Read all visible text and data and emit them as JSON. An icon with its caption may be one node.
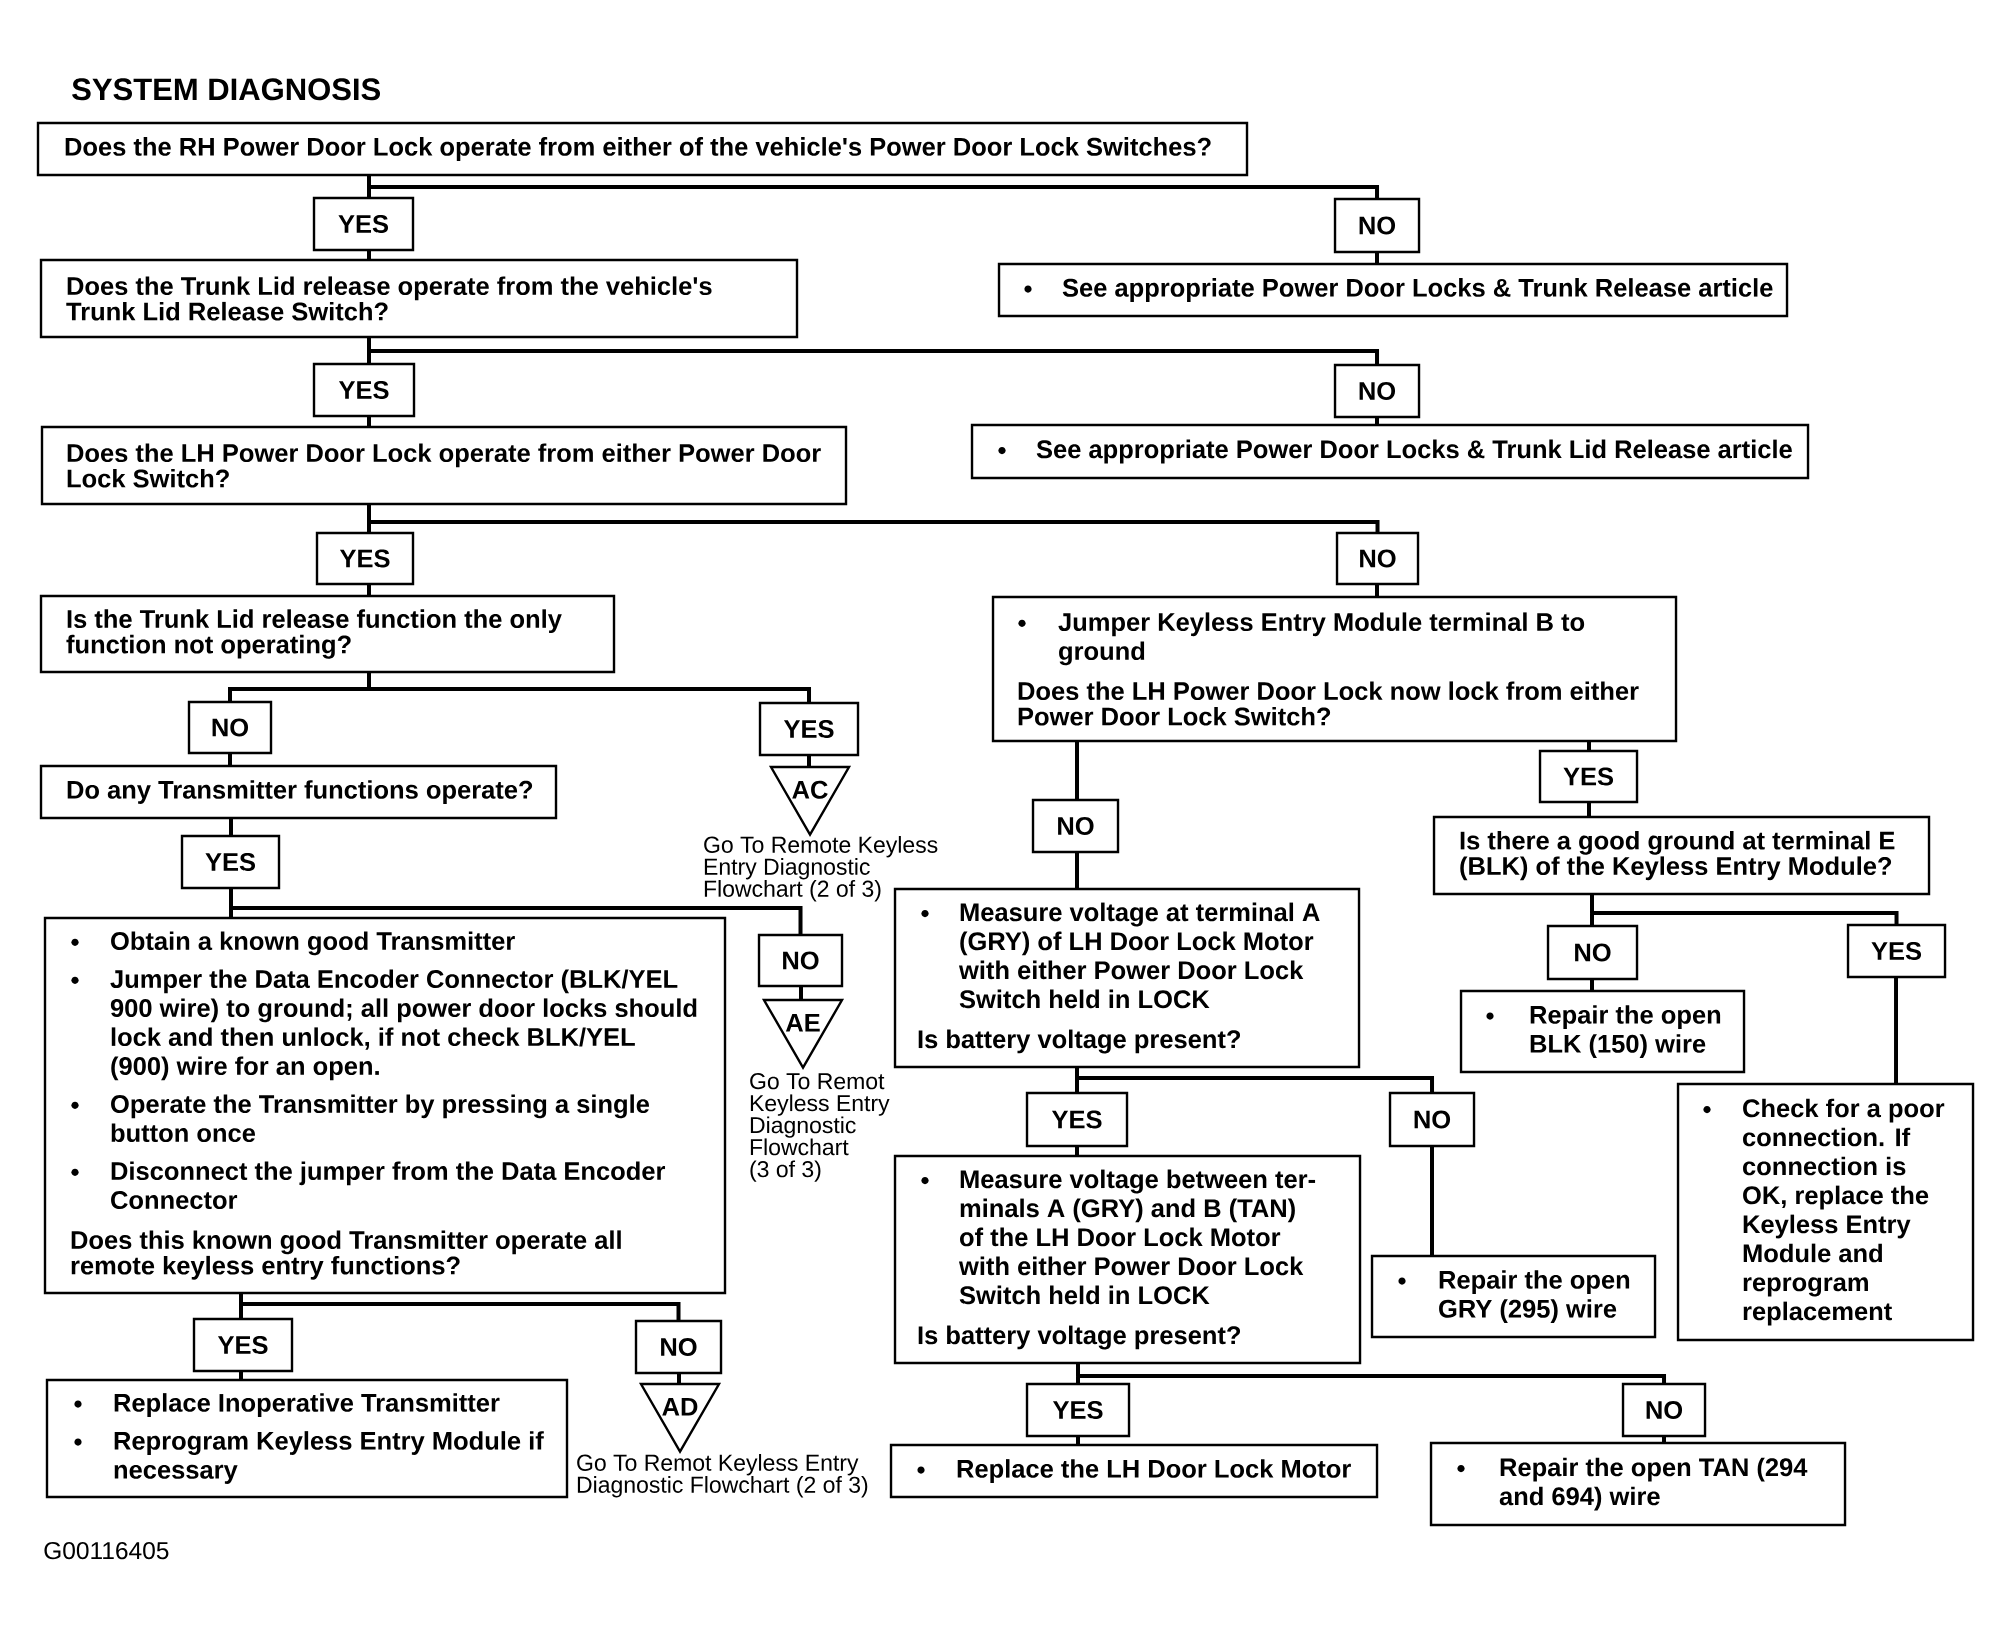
{
  "diagram": {
    "title": "SYSTEM DIAGNOSIS",
    "nodes": [
      {
        "text": [
          "Does the RH Power Door Lock operate from either of the vehicle's Power Door Lock Switches?"
        ]
      },
      {
        "text": [
          "YES"
        ]
      },
      {
        "text": [
          "NO"
        ]
      },
      {
        "text": [
          "Does the Trunk Lid release operate from the vehicle's Trunk Lid Release Switch?"
        ]
      },
      {
        "text": [
          "See appropriate Power Door Locks & Trunk Release article"
        ]
      },
      {
        "text": [
          "YES"
        ]
      },
      {
        "text": [
          "NO"
        ]
      },
      {
        "text": [
          "Does the LH Power Door Lock operate from either Power Door Lock Switch?"
        ]
      },
      {
        "text": [
          "See appropriate Power Door Locks & Trunk Lid Release article"
        ]
      },
      {
        "text": [
          "YES"
        ]
      },
      {
        "text": [
          "NO"
        ]
      },
      {
        "text": [
          "Is the Trunk Lid release function the only function not operating?"
        ]
      },
      {
        "text": [
          "Jumper Keyless Entry Module terminal B to ground",
          "Does the LH Power Door Lock now lock from either Power Door Lock Switch?"
        ]
      },
      {
        "text": [
          "NO"
        ]
      },
      {
        "text": [
          "YES"
        ]
      },
      {
        "text": [
          "Do any Transmitter functions operate?"
        ]
      },
      {
        "text": [
          "AC"
        ],
        "beside": [
          "Go To Remote Keyless Entry Diagnostic Flowchart (2 of 3)"
        ]
      },
      {
        "text": [
          "YES"
        ]
      },
      {
        "text": [
          "NO"
        ]
      },
      {
        "text": [
          "Is there a good ground at terminal E (BLK) of the Keyless Entry Module?"
        ]
      },
      {
        "text": [
          "YES"
        ]
      },
      {
        "text": [
          "Measure voltage at terminal A (GRY) of LH Door Lock Motor with either Power Door Lock Switch held in LOCK",
          "Is battery voltage present?"
        ]
      },
      {
        "text": [
          "Obtain a known good Transmitter",
          "Jumper the Data Encoder Connector (BLK/YEL 900 wire) to ground; all power door locks should lock and then unlock, if not check BLK/YEL (900) wire for an open.",
          "Operate the Transmitter by pressing a single button once",
          "Disconnect the jumper from the Data Encoder Connector",
          "Does this known good Transmitter operate all remote keyless entry functions?"
        ]
      },
      {
        "text": [
          "NO"
        ]
      },
      {
        "text": [
          "NO"
        ]
      },
      {
        "text": [
          "YES"
        ]
      },
      {
        "text": [
          "Repair the open BLK (150) wire"
        ]
      },
      {
        "text": [
          "AE"
        ],
        "beside": [
          "Go To Remot Keyless Entry Diagnostic Flowchart (3 of 3)"
        ]
      },
      {
        "text": [
          "YES"
        ]
      },
      {
        "text": [
          "NO"
        ]
      },
      {
        "text": [
          "Check for a poor connection. If connection is OK, replace the Keyless Entry Module and reprogram replacement"
        ]
      },
      {
        "text": [
          "Measure voltage between ter-minals A (GRY) and B (TAN) of the LH Door Lock Motor with either Power Door Lock Switch held in LOCK",
          "Is battery voltage present?"
        ]
      },
      {
        "text": [
          "Repair the open GRY (295) wire"
        ]
      },
      {
        "text": [
          "YES"
        ]
      },
      {
        "text": [
          "NO"
        ]
      },
      {
        "text": [
          "Replace Inoperative Transmitter",
          "Reprogram Keyless Entry Module if necessary"
        ]
      },
      {
        "text": [
          "AD"
        ],
        "beside": [
          "Go To Remot Keyless Entry Diagnostic Flowchart (2 of 3)"
        ]
      },
      {
        "text": [
          "YES"
        ]
      },
      {
        "text": [
          "NO"
        ]
      },
      {
        "text": [
          "Replace the LH Door Lock Motor"
        ]
      },
      {
        "text": [
          "Repair the open TAN (294 and 694) wire"
        ]
      }
    ],
    "edges": [
      {
        "from": 0,
        "to": 1,
        "arrow": "none"
      },
      {
        "from": 0,
        "to": 2,
        "arrow": "none"
      },
      {
        "from": 1,
        "to": 3,
        "arrow": "none"
      },
      {
        "from": 2,
        "to": 4,
        "arrow": "none"
      },
      {
        "from": 3,
        "to": 5,
        "arrow": "none"
      },
      {
        "from": 3,
        "to": 6,
        "arrow": "none"
      },
      {
        "from": 5,
        "to": 7,
        "arrow": "none"
      },
      {
        "from": 6,
        "to": 8,
        "arrow": "none"
      },
      {
        "from": 7,
        "to": 9,
        "arrow": "none"
      },
      {
        "from": 7,
        "to": 10,
        "arrow": "none"
      },
      {
        "from": 9,
        "to": 11,
        "arrow": "none"
      },
      {
        "from": 10,
        "to": 12,
        "arrow": "none"
      },
      {
        "from": 11,
        "to": 13,
        "arrow": "none"
      },
      {
        "from": 11,
        "to": 14,
        "arrow": "none"
      },
      {
        "from": 13,
        "to": 15,
        "arrow": "none"
      },
      {
        "from": 14,
        "to": 16,
        "arrow": "none"
      },
      {
        "from": 12,
        "to": 18,
        "arrow": "none"
      },
      {
        "from": 12,
        "to": 17,
        "arrow": "none"
      },
      {
        "from": 17,
        "to": 19,
        "arrow": "none"
      },
      {
        "from": 18,
        "to": 21,
        "arrow": "none"
      },
      {
        "from": 15,
        "to": 20,
        "arrow": "none"
      },
      {
        "from": 20,
        "to": 22,
        "arrow": "none"
      },
      {
        "from": 20,
        "to": 23,
        "arrow": "none"
      },
      {
        "from": 23,
        "to": 27,
        "arrow": "none"
      },
      {
        "from": 19,
        "to": 24,
        "arrow": "none"
      },
      {
        "from": 19,
        "to": 25,
        "arrow": "none"
      },
      {
        "from": 24,
        "to": 26,
        "arrow": "none"
      },
      {
        "from": 25,
        "to": 30,
        "arrow": "none"
      },
      {
        "from": 21,
        "to": 28,
        "arrow": "none"
      },
      {
        "from": 21,
        "to": 29,
        "arrow": "none"
      },
      {
        "from": 28,
        "to": 31,
        "arrow": "none"
      },
      {
        "from": 29,
        "to": 32,
        "arrow": "none"
      },
      {
        "from": 22,
        "to": 33,
        "arrow": "none"
      },
      {
        "from": 22,
        "to": 34,
        "arrow": "none"
      },
      {
        "from": 33,
        "to": 35,
        "arrow": "none"
      },
      {
        "from": 34,
        "to": 36,
        "arrow": "none"
      },
      {
        "from": 31,
        "to": 37,
        "arrow": "none"
      },
      {
        "from": 31,
        "to": 38,
        "arrow": "none"
      },
      {
        "from": 37,
        "to": 39,
        "arrow": "none"
      },
      {
        "from": 38,
        "to": 40,
        "arrow": "none"
      }
    ],
    "labels": [
      "G00116405"
    ]
  }
}
